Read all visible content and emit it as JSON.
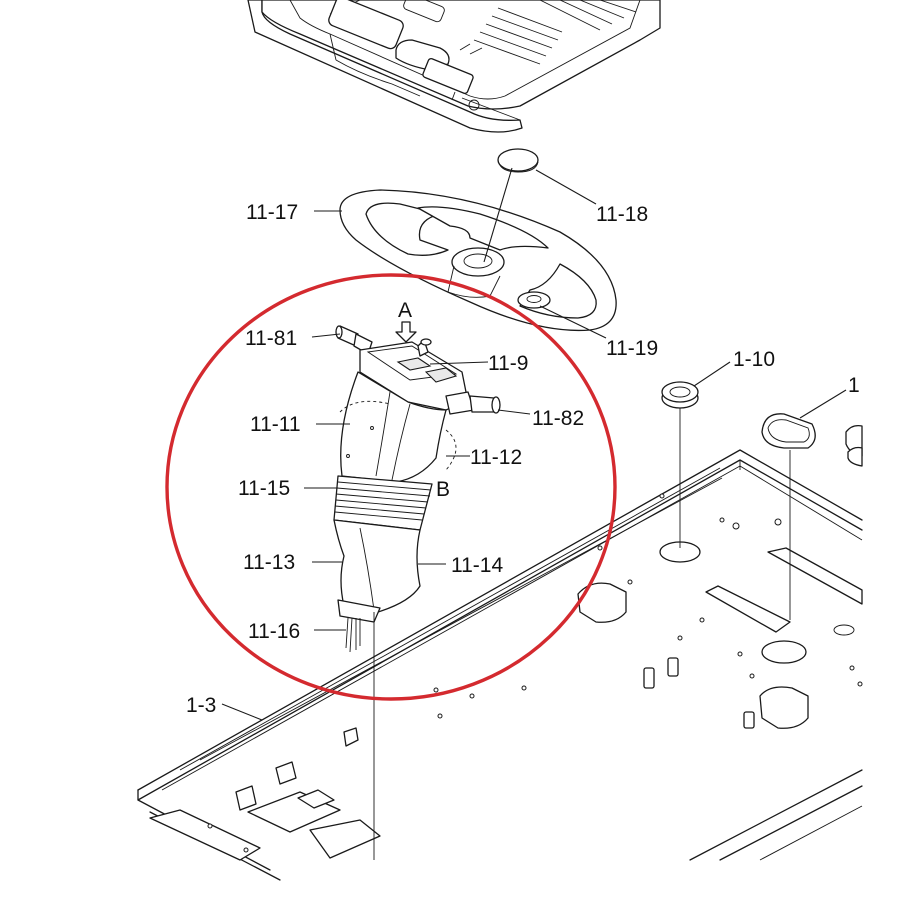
{
  "labels": {
    "l_11_17": "11-17",
    "l_11_18": "11-18",
    "l_11_19": "11-19",
    "l_11_81": "11-81",
    "l_A": "A",
    "l_11_9": "11-9",
    "l_11_82": "11-82",
    "l_11_11": "11-11",
    "l_11_12": "11-12",
    "l_B": "B",
    "l_11_15": "11-15",
    "l_11_13": "11-13",
    "l_11_14": "11-14",
    "l_11_16": "11-16",
    "l_1_10": "1-10",
    "l_1_cut": "1",
    "l_1_3": "1-3"
  },
  "colors": {
    "highlight_circle": "#d42a2f",
    "line": "#1a1a1a",
    "background": "#ffffff"
  }
}
